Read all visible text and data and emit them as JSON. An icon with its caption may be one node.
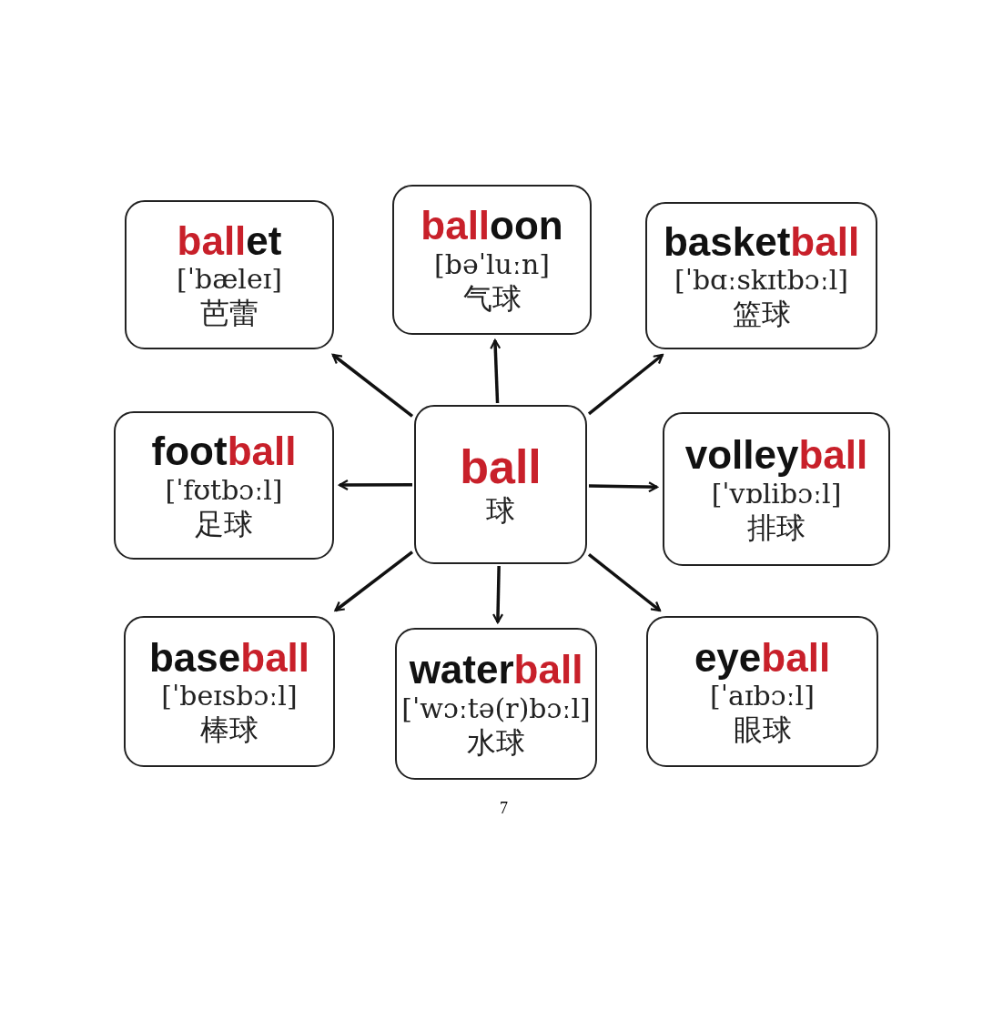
{
  "diagram": {
    "nodes": [
      {
        "text": [
          "**ball**et",
          "[ˈbæleɪ]",
          "芭蕾"
        ]
      },
      {
        "text": [
          "**ball**oon",
          "[bəˈluːn]",
          "气球"
        ]
      },
      {
        "text": [
          "basket**ball**",
          "[ˈbɑːskɪtbɔːl]",
          "篮球"
        ]
      },
      {
        "text": [
          "foot**ball**",
          "[ˈfʊtbɔːl]",
          "足球"
        ]
      },
      {
        "text": [
          "ball",
          "球"
        ]
      },
      {
        "text": [
          "volley**ball**",
          "[ˈvɒlibɔːl]",
          "排球"
        ]
      },
      {
        "text": [
          "base**ball**",
          "[ˈbeɪsbɔːl]",
          "棒球"
        ]
      },
      {
        "text": [
          "water**ball**",
          "[ˈwɔːtə(r)bɔːl]",
          "水球"
        ]
      },
      {
        "text": [
          "eye**ball**",
          "[ˈaɪbɔːl]",
          "眼球"
        ]
      }
    ],
    "edges": [
      {
        "from": 4,
        "to": 0,
        "arrow": "to"
      },
      {
        "from": 4,
        "to": 1,
        "arrow": "to"
      },
      {
        "from": 4,
        "to": 2,
        "arrow": "to"
      },
      {
        "from": 4,
        "to": 3,
        "arrow": "to"
      },
      {
        "from": 4,
        "to": 5,
        "arrow": "to"
      },
      {
        "from": 4,
        "to": 6,
        "arrow": "to"
      },
      {
        "from": 4,
        "to": 7,
        "arrow": "to"
      },
      {
        "from": 4,
        "to": 8,
        "arrow": "to"
      }
    ],
    "labels": [
      "7"
    ]
  }
}
